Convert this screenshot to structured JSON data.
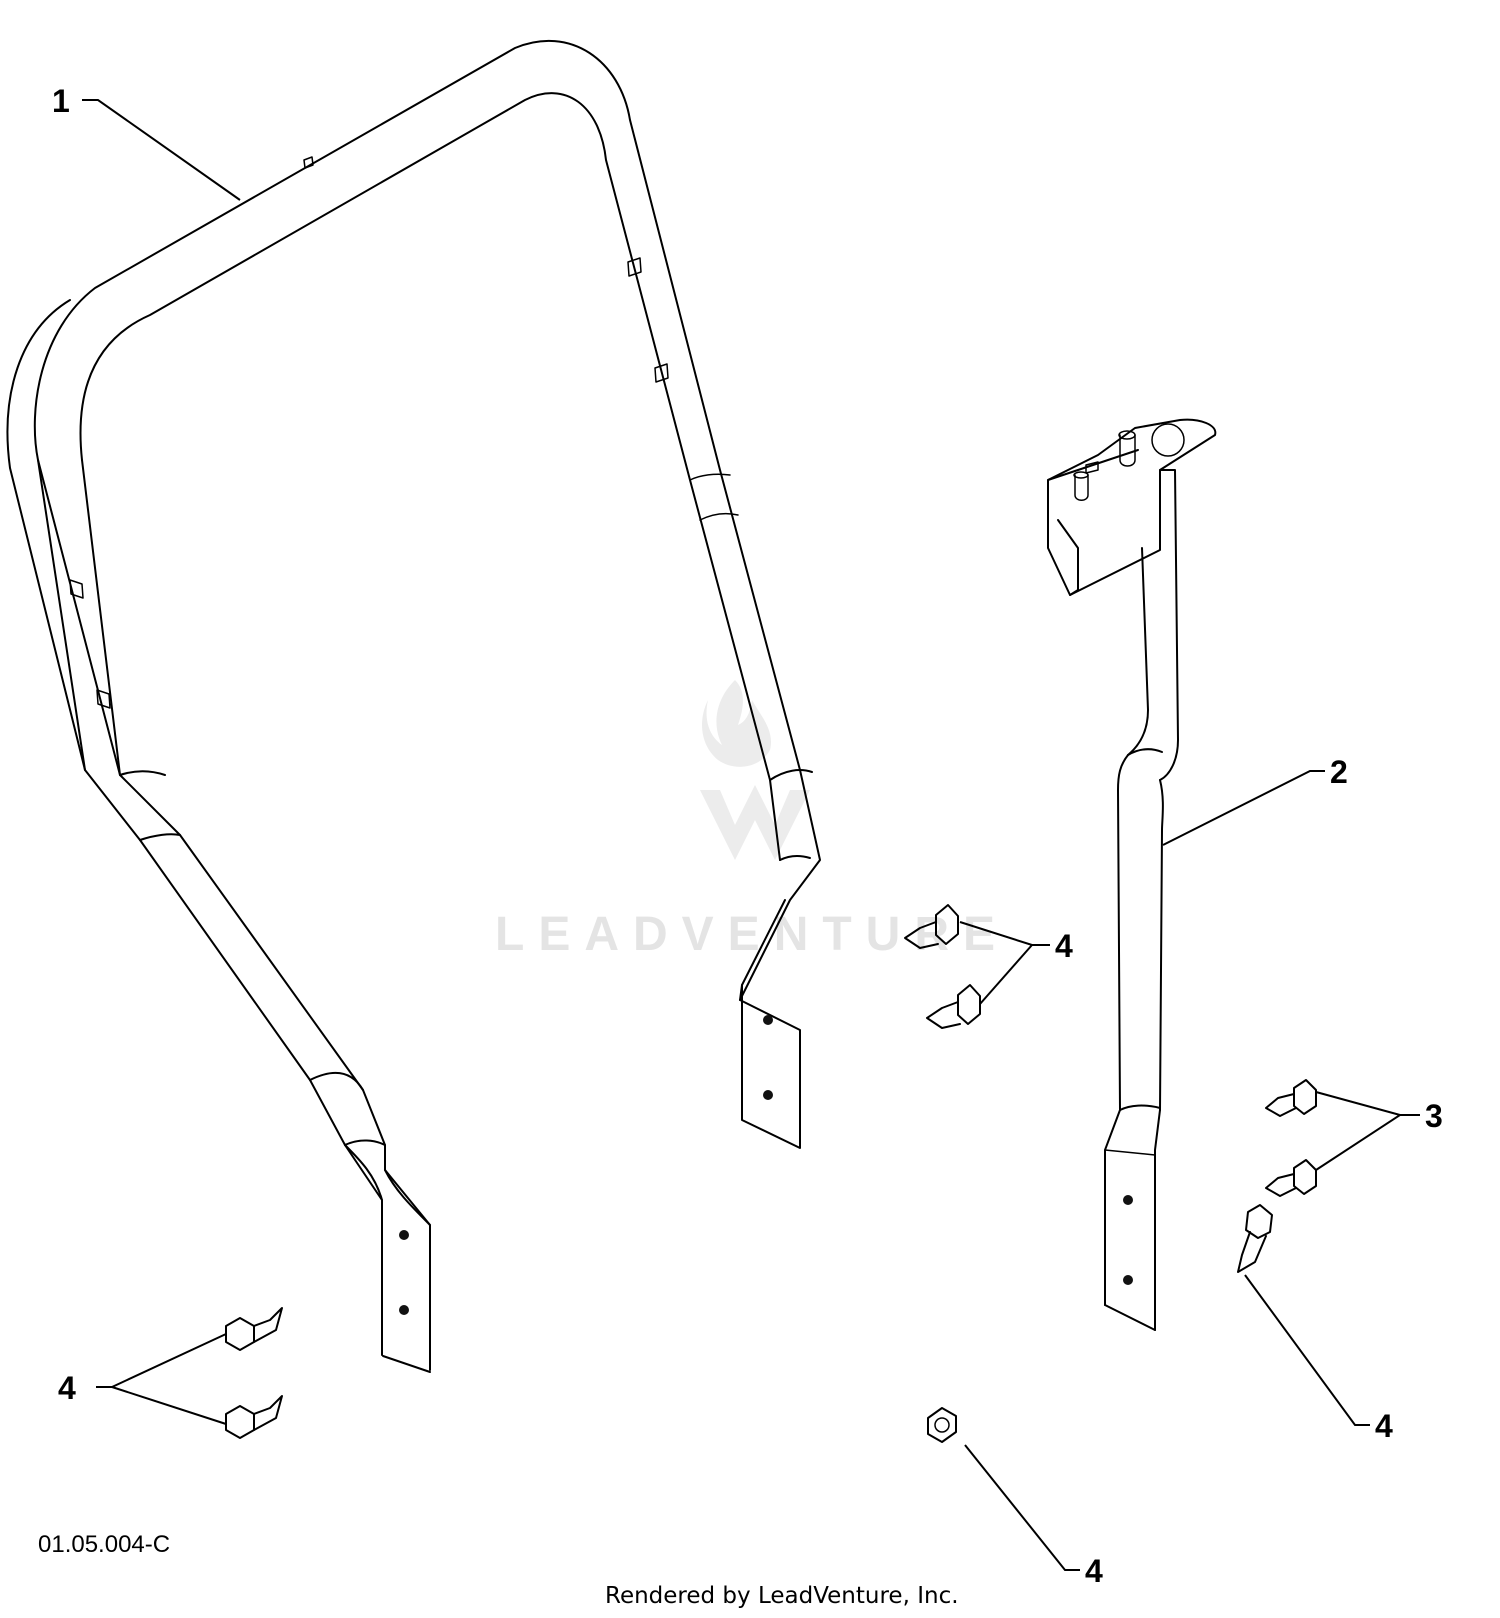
{
  "diagram": {
    "watermark": "LEADVENTURE",
    "drawing_number": "01.05.004-C",
    "rendered_by": "Rendered by LeadVenture, Inc.",
    "callouts": {
      "part_1": "1",
      "part_2": "2",
      "part_3": "3",
      "part_4_left": "4",
      "part_4_center": "4",
      "part_4_right": "4",
      "part_4_bottom": "4"
    }
  }
}
